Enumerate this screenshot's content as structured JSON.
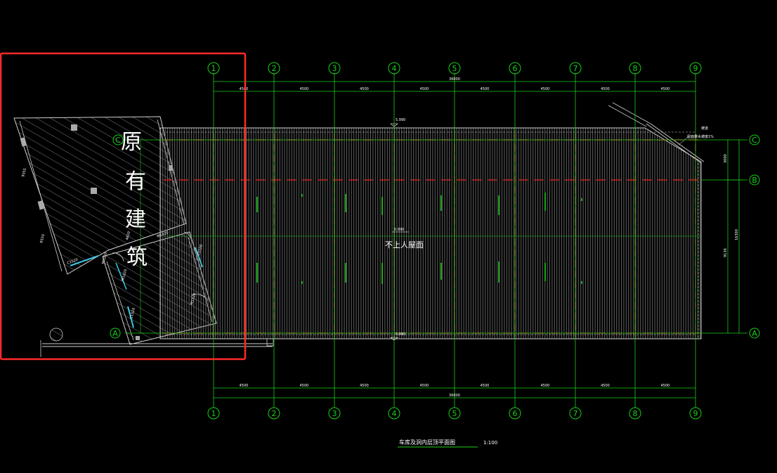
{
  "axes": {
    "columns": [
      "1",
      "2",
      "3",
      "4",
      "5",
      "6",
      "7",
      "8",
      "9"
    ],
    "rows": [
      "A",
      "B",
      "C"
    ]
  },
  "dimensions": {
    "bay": "4500",
    "total": "36000",
    "row_ab": "9130",
    "row_bc": "3000",
    "row_total": "16300"
  },
  "existing_building": {
    "chars": [
      "原",
      "有",
      "建",
      "筑"
    ],
    "dims": [
      "9355",
      "6520",
      "C1520",
      "C1520",
      "M1020",
      "M1020",
      "C1520",
      "4820",
      "M1020",
      "M1520"
    ]
  },
  "roof": {
    "label": "不上人屋面",
    "elev_top": "5.990",
    "elev_mid": "5.990",
    "elev_bottom": "5.990"
  },
  "notes": {
    "top_right_1": "坡道",
    "top_right_2": "屋面排水坡度1%"
  },
  "drawing_title": {
    "title": "车库及洞内层顶平面图",
    "scale": "1:100"
  },
  "colors": {
    "grid": "#19d019",
    "hatch": "#8a8a8a",
    "red_grid": "#e0281e",
    "highlight": "#ff2a2a",
    "text": "#ffffff",
    "cyan": "#3cc8e6"
  }
}
